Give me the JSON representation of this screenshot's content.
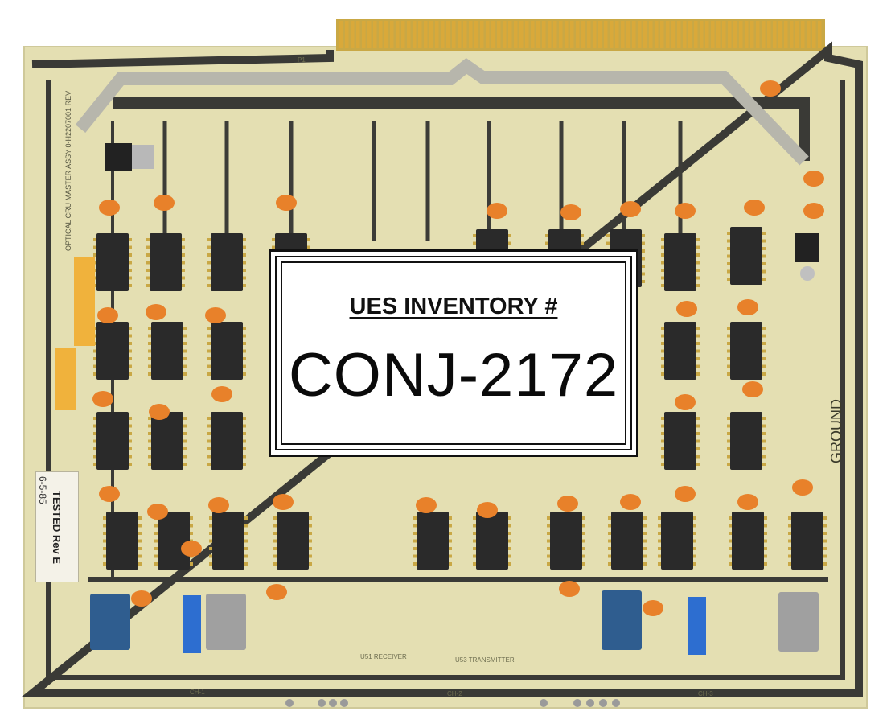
{
  "label": {
    "heading": "UES INVENTORY #",
    "number": "CONJ-2172"
  },
  "board": {
    "stamp_tested": "TESTED Rev E",
    "stamp_date": "6-5-85",
    "silk_ground": "GROUND",
    "silk_assy": "OPTICAL CRU MASTER  ASSY 0-H2207001  REV",
    "silk_ch1": "CH-1",
    "silk_ch2": "CH-2",
    "silk_ch3": "CH-3",
    "silk_receiver": "U51 RECEIVER",
    "silk_transmitter": "U53 TRANSMITTER",
    "silk_p1": "P1"
  },
  "colors": {
    "pcb": "#e4dfb2",
    "trace": "#3c3c38",
    "gold": "#d9a93a",
    "chip": "#2a2a2a",
    "cap": "#e8812a",
    "connector_blue": "#2f5d8f",
    "connector_gray": "#a0a0a0"
  }
}
